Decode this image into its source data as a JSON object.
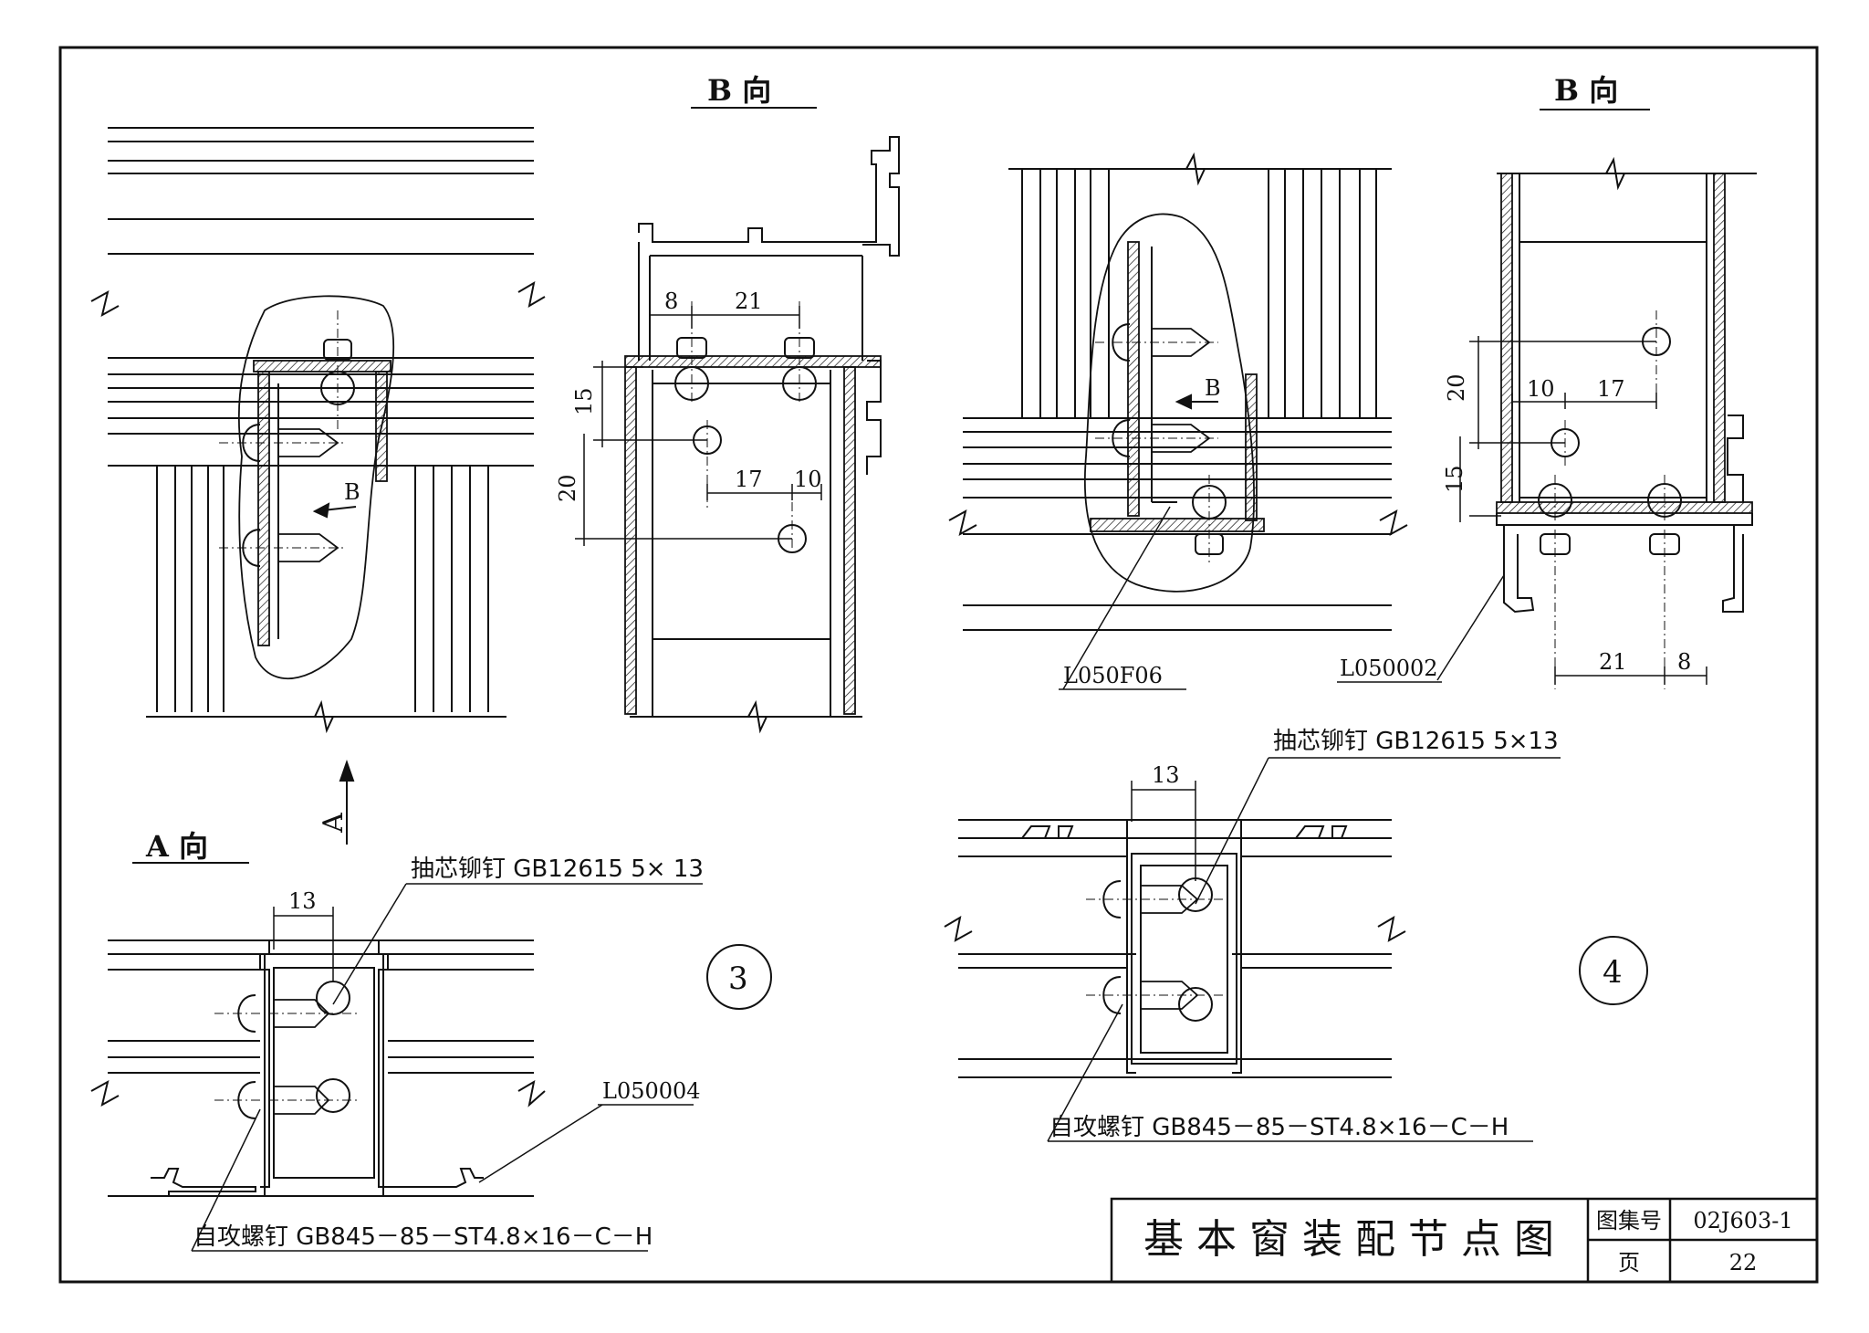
{
  "sheet": {
    "title": "基 本 窗 装 配 节 点 图",
    "atlas_label": "图集号",
    "atlas_value": "02J603-1",
    "page_label": "页",
    "page_value": "22"
  },
  "views": {
    "b_view_left": "B  向",
    "b_view_right": "B  向",
    "a_view": "A  向",
    "a_arrow": "A",
    "b_arrow_1": "B",
    "b_arrow_2": "B"
  },
  "dims": {
    "left_b": {
      "d8": "8",
      "d21": "21",
      "d15": "15",
      "d20": "20",
      "d17": "17",
      "d10": "10"
    },
    "right_b": {
      "d20": "20",
      "d10": "10",
      "d17": "17",
      "d15": "15",
      "d21": "21",
      "d8": "8"
    },
    "detail3_13": "13",
    "detail4_13": "13"
  },
  "parts": {
    "l050f06": "L050F06",
    "l050002": "L050002",
    "l050004": "L050004",
    "rivet_3": "抽芯铆钉 GB12615  5× 13",
    "rivet_4": "抽芯铆钉 GB12615  5×13",
    "screw_3": "自攻螺钉 GB845－85－ST4.8×16－C－H",
    "screw_4": "自攻螺钉 GB845－85－ST4.8×16－C－H"
  },
  "details": {
    "d3": "3",
    "d4": "4"
  }
}
